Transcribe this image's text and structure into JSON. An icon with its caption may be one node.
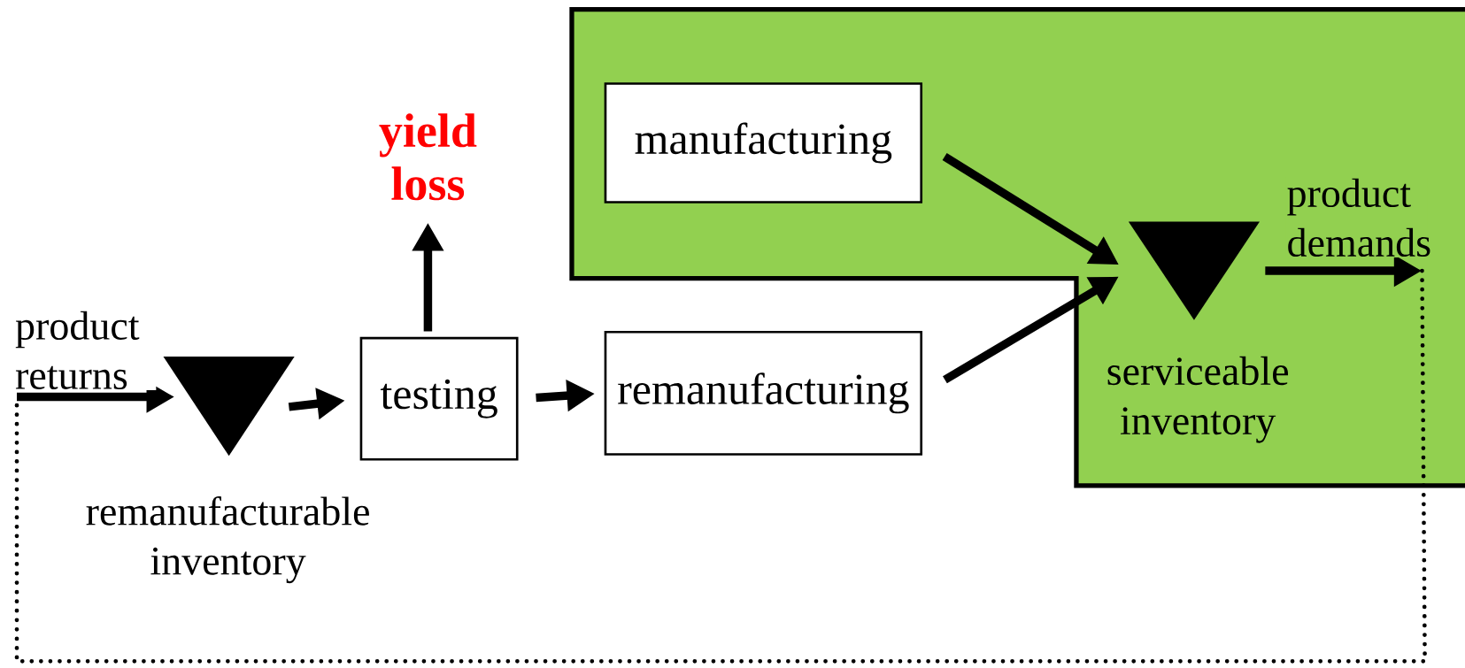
{
  "diagram": {
    "nodes": [
      {
        "text": [
          "manufacturing"
        ]
      },
      {
        "text": [
          "yield loss"
        ]
      },
      {
        "text": [],
        "shape": "triangle",
        "beside": [
          "serviceable inventory"
        ]
      },
      {
        "text": [],
        "shape": "triangle",
        "beside": [
          "remanufacturable inventory"
        ]
      },
      {
        "text": [
          "testing"
        ]
      },
      {
        "text": [
          "remanufacturing"
        ]
      }
    ],
    "edges": [
      {
        "from": null,
        "to": 3,
        "arrow": "to",
        "label": "product returns"
      },
      {
        "from": 3,
        "to": 4,
        "arrow": "to"
      },
      {
        "from": 4,
        "to": 1,
        "arrow": "to"
      },
      {
        "from": 4,
        "to": 5,
        "arrow": "to"
      },
      {
        "from": 0,
        "to": 2,
        "arrow": "to"
      },
      {
        "from": 5,
        "to": 2,
        "arrow": "to"
      },
      {
        "from": 2,
        "to": null,
        "arrow": "to",
        "label": "product demands"
      }
    ]
  }
}
